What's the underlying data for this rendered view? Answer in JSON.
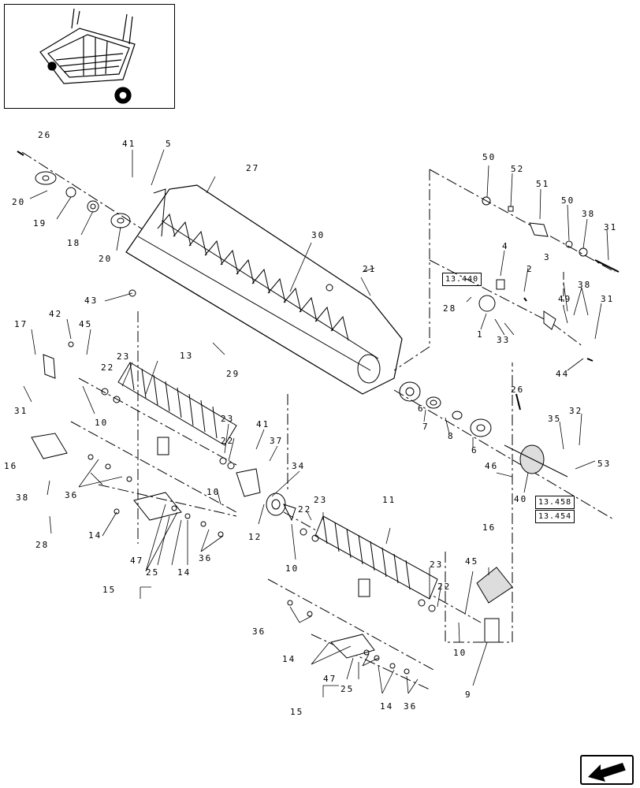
{
  "callouts": [
    {
      "id": "26a",
      "text": "26"
    },
    {
      "id": "41a",
      "text": "41"
    },
    {
      "id": "5",
      "text": "5"
    },
    {
      "id": "27",
      "text": "27"
    },
    {
      "id": "20a",
      "text": "20"
    },
    {
      "id": "19",
      "text": "19"
    },
    {
      "id": "18",
      "text": "18"
    },
    {
      "id": "20b",
      "text": "20"
    },
    {
      "id": "30",
      "text": "30"
    },
    {
      "id": "21",
      "text": "21"
    },
    {
      "id": "43",
      "text": "43"
    },
    {
      "id": "42",
      "text": "42"
    },
    {
      "id": "45a",
      "text": "45"
    },
    {
      "id": "17",
      "text": "17"
    },
    {
      "id": "13",
      "text": "13"
    },
    {
      "id": "22a",
      "text": "22"
    },
    {
      "id": "23a",
      "text": "23"
    },
    {
      "id": "29",
      "text": "29"
    },
    {
      "id": "31a",
      "text": "31"
    },
    {
      "id": "10a",
      "text": "10"
    },
    {
      "id": "23b",
      "text": "23"
    },
    {
      "id": "22b",
      "text": "22"
    },
    {
      "id": "41b",
      "text": "41"
    },
    {
      "id": "37",
      "text": "37"
    },
    {
      "id": "34",
      "text": "34"
    },
    {
      "id": "16a",
      "text": "16"
    },
    {
      "id": "36a",
      "text": "36"
    },
    {
      "id": "38a",
      "text": "38"
    },
    {
      "id": "10b",
      "text": "10"
    },
    {
      "id": "12",
      "text": "12"
    },
    {
      "id": "28a",
      "text": "28"
    },
    {
      "id": "14a",
      "text": "14"
    },
    {
      "id": "47a",
      "text": "47"
    },
    {
      "id": "25a",
      "text": "25"
    },
    {
      "id": "14b",
      "text": "14"
    },
    {
      "id": "36b",
      "text": "36"
    },
    {
      "id": "15a",
      "text": "15"
    },
    {
      "id": "10c",
      "text": "10"
    },
    {
      "id": "22c",
      "text": "22"
    },
    {
      "id": "23c",
      "text": "23"
    },
    {
      "id": "11",
      "text": "11"
    },
    {
      "id": "23d",
      "text": "23"
    },
    {
      "id": "22d",
      "text": "22"
    },
    {
      "id": "45b",
      "text": "45"
    },
    {
      "id": "16b",
      "text": "16"
    },
    {
      "id": "36c",
      "text": "36"
    },
    {
      "id": "14c",
      "text": "14"
    },
    {
      "id": "10d",
      "text": "10"
    },
    {
      "id": "9",
      "text": "9"
    },
    {
      "id": "47b",
      "text": "47"
    },
    {
      "id": "25b",
      "text": "25"
    },
    {
      "id": "15b",
      "text": "15"
    },
    {
      "id": "14d",
      "text": "14"
    },
    {
      "id": "36d",
      "text": "36"
    },
    {
      "id": "50a",
      "text": "50"
    },
    {
      "id": "52",
      "text": "52"
    },
    {
      "id": "51",
      "text": "51"
    },
    {
      "id": "50b",
      "text": "50"
    },
    {
      "id": "38b",
      "text": "38"
    },
    {
      "id": "31b",
      "text": "31"
    },
    {
      "id": "4",
      "text": "4"
    },
    {
      "id": "3",
      "text": "3"
    },
    {
      "id": "2",
      "text": "2"
    },
    {
      "id": "38c",
      "text": "38"
    },
    {
      "id": "28b",
      "text": "28"
    },
    {
      "id": "49",
      "text": "49"
    },
    {
      "id": "31c",
      "text": "31"
    },
    {
      "id": "1",
      "text": "1"
    },
    {
      "id": "33",
      "text": "33"
    },
    {
      "id": "44",
      "text": "44"
    },
    {
      "id": "26b",
      "text": "26"
    },
    {
      "id": "6a",
      "text": "6"
    },
    {
      "id": "7",
      "text": "7"
    },
    {
      "id": "8",
      "text": "8"
    },
    {
      "id": "6b",
      "text": "6"
    },
    {
      "id": "35",
      "text": "35"
    },
    {
      "id": "32",
      "text": "32"
    },
    {
      "id": "53",
      "text": "53"
    },
    {
      "id": "46",
      "text": "46"
    },
    {
      "id": "40",
      "text": "40"
    }
  ],
  "references": {
    "ref_13440": "13.440",
    "ref_13458": "13.458",
    "ref_13454": "13.454"
  }
}
